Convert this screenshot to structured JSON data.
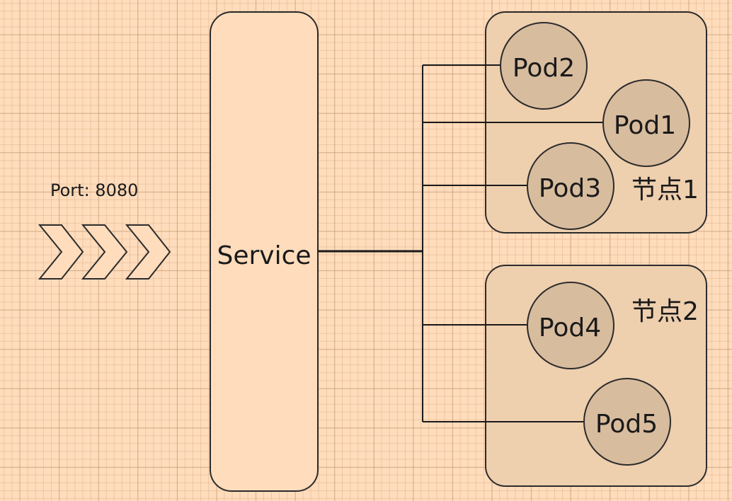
{
  "port_label": "Port:  8080",
  "service": {
    "label": "Service"
  },
  "nodes": [
    {
      "id": "node1",
      "label": "节点1"
    },
    {
      "id": "node2",
      "label": "节点2"
    }
  ],
  "pods": [
    {
      "id": "pod2",
      "label": "Pod2",
      "node": "node1"
    },
    {
      "id": "pod1",
      "label": "Pod1",
      "node": "node1"
    },
    {
      "id": "pod3",
      "label": "Pod3",
      "node": "node1"
    },
    {
      "id": "pod4",
      "label": "Pod4",
      "node": "node2"
    },
    {
      "id": "pod5",
      "label": "Pod5",
      "node": "node2"
    }
  ],
  "colors": {
    "background": "#fedcbc",
    "service_fill": "#fedcbc",
    "node_fill": "#eecfae",
    "pod_fill": "#d8bc9e",
    "stroke": "#2b2b2b"
  }
}
